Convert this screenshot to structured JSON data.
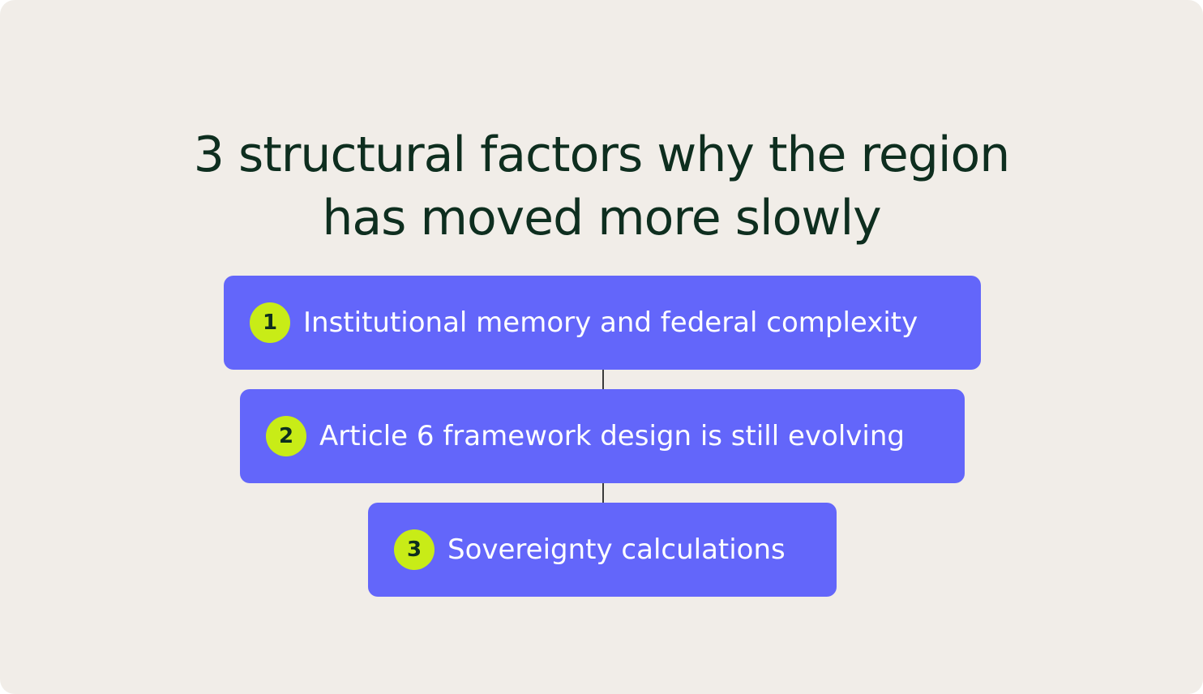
{
  "title": {
    "line1": "3 structural factors why the region",
    "line2": "has moved more slowly"
  },
  "factors": [
    {
      "number": "1",
      "label": "Institutional memory and federal complexity"
    },
    {
      "number": "2",
      "label": "Article 6 framework design is still evolving"
    },
    {
      "number": "3",
      "label": "Sovereignty calculations"
    }
  ],
  "colors": {
    "background": "#f1ede8",
    "title_text": "#0e2e1f",
    "box_fill": "#6366fa",
    "badge_fill": "#c8ec17",
    "box_text": "#ffffff",
    "connector": "#3b3b3b"
  }
}
